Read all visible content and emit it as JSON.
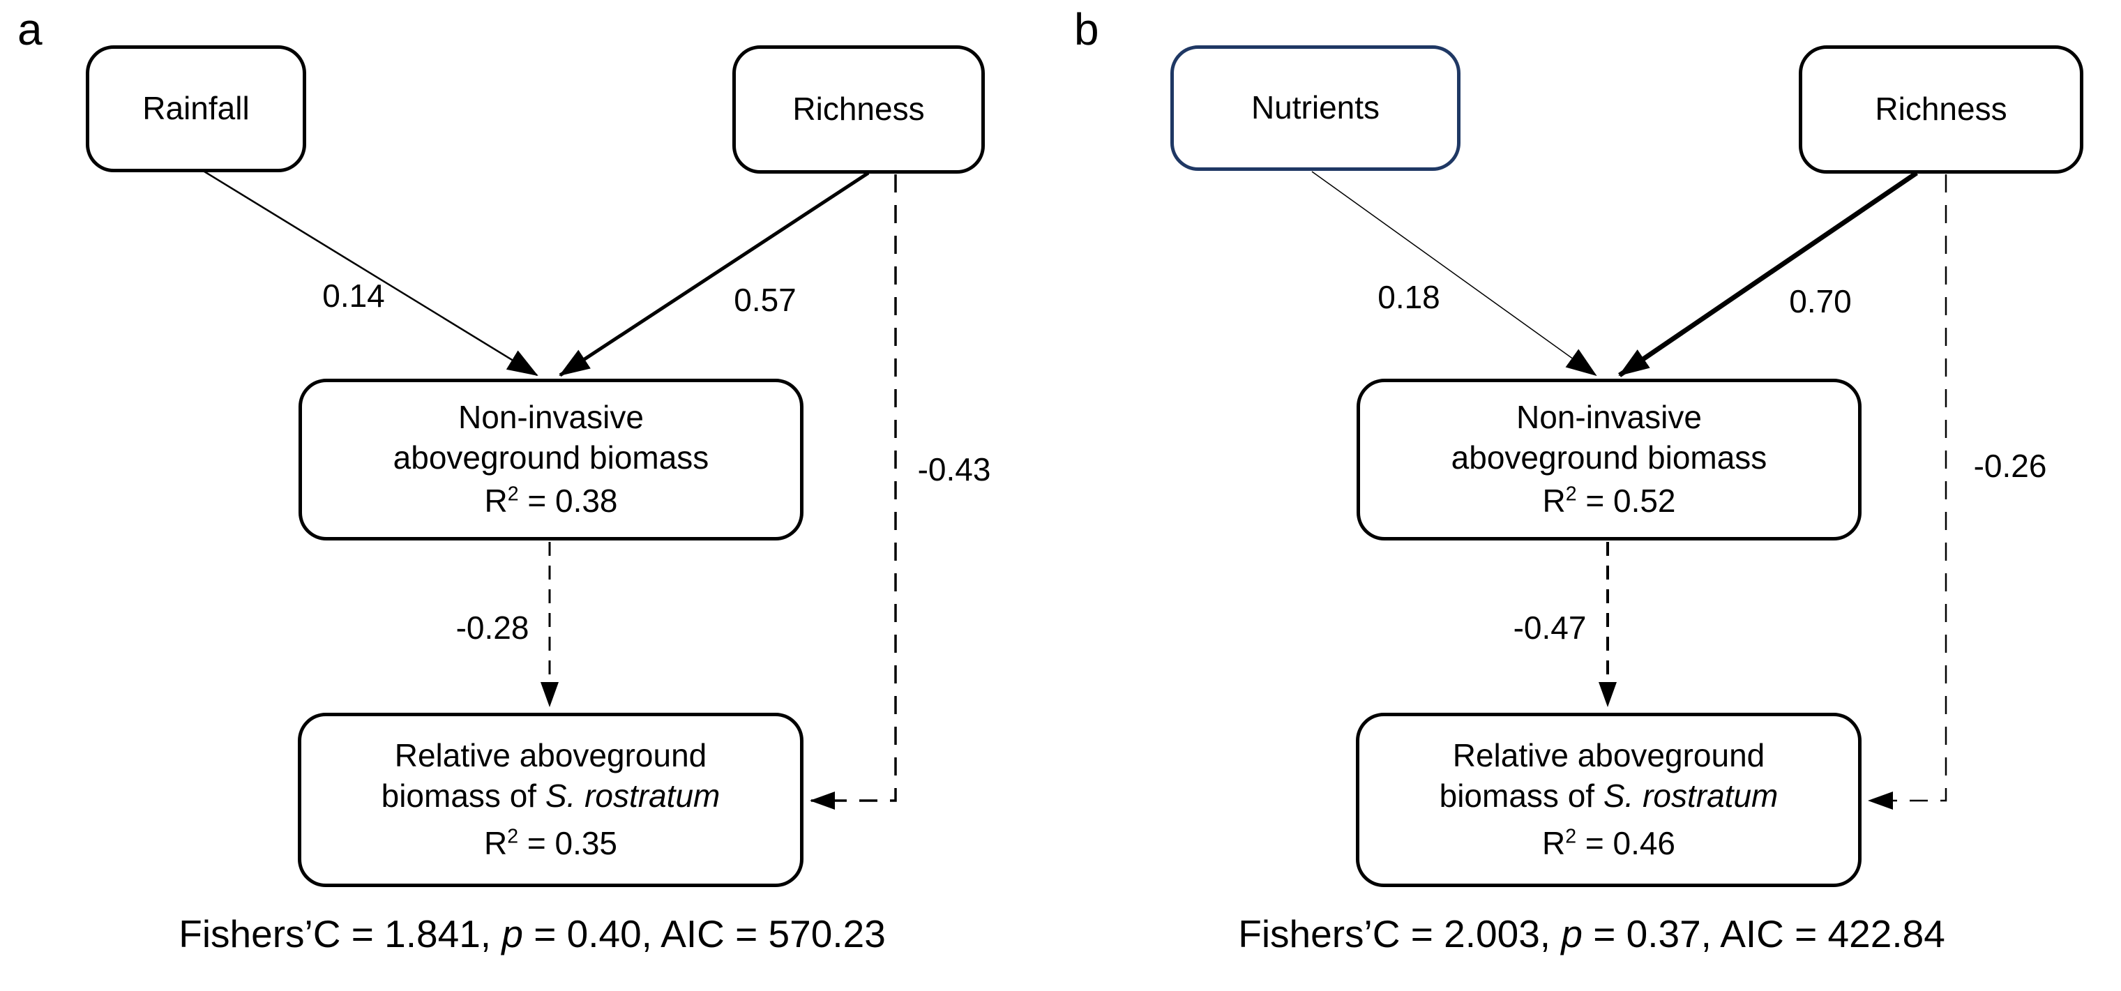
{
  "colors": {
    "background": "#ffffff",
    "line": "#000000",
    "nutrients_border": "#1f3864"
  },
  "panels": [
    {
      "label": "a",
      "nodes": {
        "predictor1": {
          "label": "Rainfall"
        },
        "predictor2": {
          "label": "Richness"
        },
        "mediator": {
          "line1": "Non-invasive",
          "line2": "aboveground biomass",
          "r2_base": "R",
          "r2_sup": "2",
          "r2_rest": " = 0.38"
        },
        "outcome": {
          "line1": "Relative aboveground",
          "line2_prefix": "biomass of ",
          "line2_italic": "S. rostratum",
          "r2_base": "R",
          "r2_sup": "2",
          "r2_rest": " = 0.35"
        }
      },
      "coefficients": {
        "pred1_to_mediator": "0.14",
        "pred2_to_mediator": "0.57",
        "mediator_to_outcome": "-0.28",
        "pred2_to_outcome": "-0.43"
      },
      "fit": {
        "prefix": "Fishers’C = 1.841, ",
        "p_italic": "p",
        "suffix": " = 0.40, AIC = 570.23"
      }
    },
    {
      "label": "b",
      "nodes": {
        "predictor1": {
          "label": "Nutrients"
        },
        "predictor2": {
          "label": "Richness"
        },
        "mediator": {
          "line1": "Non-invasive",
          "line2": "aboveground biomass",
          "r2_base": "R",
          "r2_sup": "2",
          "r2_rest": " = 0.52"
        },
        "outcome": {
          "line1": "Relative aboveground",
          "line2_prefix": "biomass of ",
          "line2_italic": "S. rostratum",
          "r2_base": "R",
          "r2_sup": "2",
          "r2_rest": " = 0.46"
        }
      },
      "coefficients": {
        "pred1_to_mediator": "0.18",
        "pred2_to_mediator": "0.70",
        "mediator_to_outcome": "-0.47",
        "pred2_to_outcome": "-0.26"
      },
      "fit": {
        "prefix": "Fishers’C = 2.003, ",
        "p_italic": "p",
        "suffix": " = 0.37, AIC = 422.84"
      }
    }
  ]
}
